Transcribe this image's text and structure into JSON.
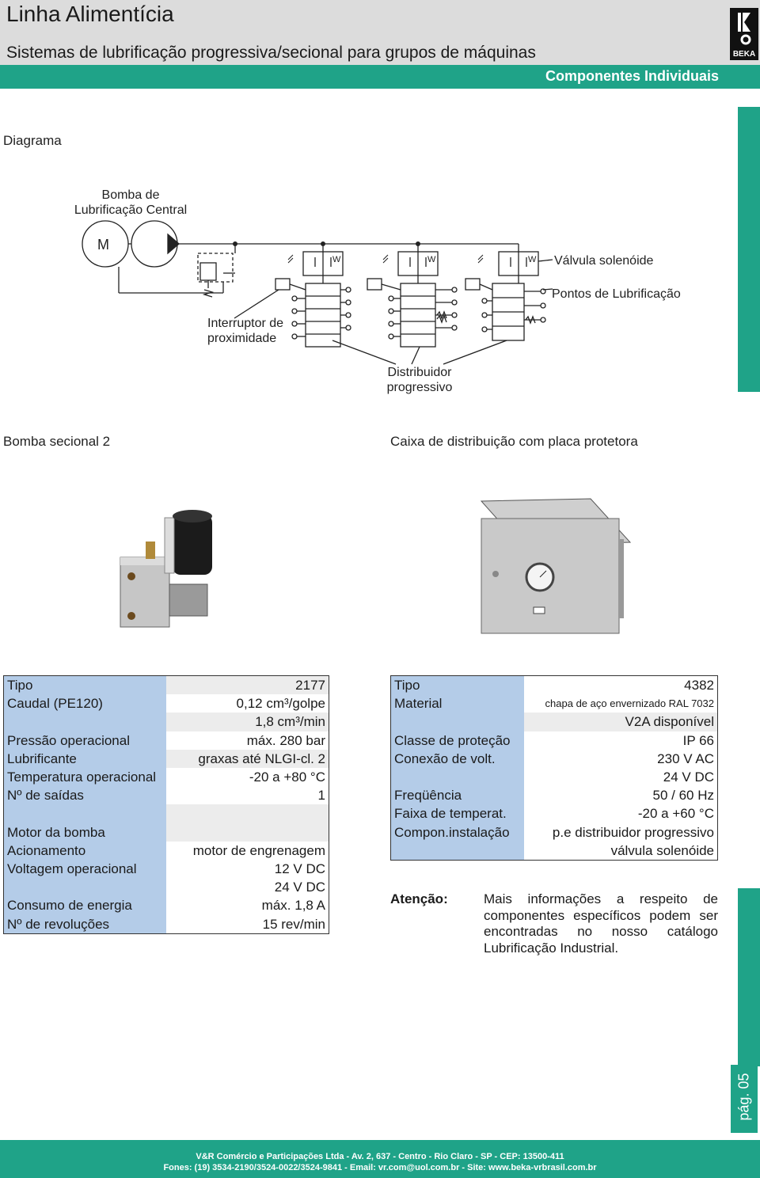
{
  "header": {
    "title": "Linha Alimentícia",
    "subtitle": "Sistemas de lubrificação progressiva/secional para grupos de máquinas",
    "section": "Componentes Individuais",
    "logo_text": "BEKA"
  },
  "diagram": {
    "heading": "Diagrama",
    "pump_label_1": "Bomba de",
    "pump_label_2": "Lubrificação Central",
    "motor": "M",
    "switch_label_1": "Interruptor de",
    "switch_label_2": "proximidade",
    "valve_label": "Válvula solenóide",
    "points_label": "Pontos de Lubrificação",
    "distributor_label_1": "Distribuidor",
    "distributor_label_2": "progressivo"
  },
  "captions": {
    "left": "Bomba secional 2",
    "right": "Caixa de distribuição com placa protetora"
  },
  "left_table": [
    {
      "k": "Tipo",
      "v": "2177"
    },
    {
      "k": "Caudal (PE120)",
      "v": "0,12 cm³/golpe"
    },
    {
      "k": "",
      "v": "1,8 cm³/min"
    },
    {
      "k": "Pressão operacional",
      "v": "máx. 280 bar"
    },
    {
      "k": "Lubrificante",
      "v": "graxas até NLGI-cl. 2"
    },
    {
      "k": "Temperatura operacional",
      "v": "-20 a +80 °C"
    },
    {
      "k": "Nº de saídas",
      "v": "1"
    },
    {
      "k": "",
      "v": ""
    },
    {
      "k": "Motor da bomba",
      "v": ""
    },
    {
      "k": "Acionamento",
      "v": "motor de engrenagem"
    },
    {
      "k": "Voltagem operacional",
      "v": "12 V DC"
    },
    {
      "k": "",
      "v": "24 V DC"
    },
    {
      "k": "Consumo de energia",
      "v": "máx. 1,8 A"
    },
    {
      "k": "Nº de revoluções",
      "v": "15 rev/min"
    }
  ],
  "right_table": [
    {
      "k": "Tipo",
      "v": "4382"
    },
    {
      "k": "Material",
      "v": "chapa de aço envernizado RAL 7032"
    },
    {
      "k": "",
      "v": "V2A disponível"
    },
    {
      "k": "Classe de proteção",
      "v": "IP 66"
    },
    {
      "k": "Conexão de volt.",
      "v": "230 V AC"
    },
    {
      "k": "",
      "v": "24 V DC"
    },
    {
      "k": "Freqüência",
      "v": "50 / 60 Hz"
    },
    {
      "k": "Faixa de temperat.",
      "v": "-20 a +60 °C"
    },
    {
      "k": "Compon.instalação",
      "v": "p.e distribuidor progressivo"
    },
    {
      "k": "",
      "v": "válvula solenóide"
    }
  ],
  "attention": {
    "label": "Atenção:",
    "text": "Mais informações a respeito de componentes específicos podem ser encontradas no nosso catálogo Lubrificação Industrial."
  },
  "page": "pág. 05",
  "footer": {
    "line1": "V&R Comércio e Participações Ltda - Av. 2, 637 - Centro - Rio Claro - SP - CEP: 13500-411",
    "line2": "Fones: (19) 3534-2190/3524-0022/3524-9841 - Email: vr.com@uol.com.br - Site: www.beka-vrbrasil.com.br"
  },
  "colors": {
    "accent": "#1fa388",
    "key_cell": "#b4cce8",
    "header_bg": "#dcdcdc"
  }
}
